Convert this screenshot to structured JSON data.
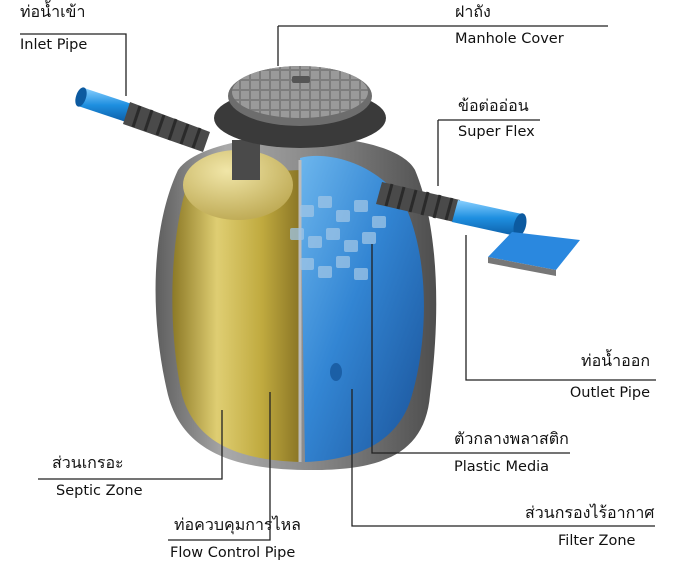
{
  "labels": {
    "inlet_pipe": {
      "th": "ท่อน้ำเข้า",
      "en": "Inlet Pipe"
    },
    "manhole_cover": {
      "th": "ฝาถัง",
      "en": "Manhole Cover"
    },
    "super_flex": {
      "th": "ข้อต่ออ่อน",
      "en": "Super Flex"
    },
    "outlet_pipe": {
      "th": "ท่อน้ำออก",
      "en": "Outlet Pipe"
    },
    "plastic_media": {
      "th": "ตัวกลางพลาสติก",
      "en": "Plastic Media"
    },
    "septic_zone": {
      "th": "ส่วนเกรอะ",
      "en": "Septic Zone"
    },
    "flow_control_pipe": {
      "th": "ท่อควบคุมการไหล",
      "en": "Flow Control Pipe"
    },
    "filter_zone": {
      "th": "ส่วนกรองไร้อากาศ",
      "en": "Filter Zone"
    }
  },
  "colors": {
    "tank_shell": "#8c8c8c",
    "septic_fill": "#c9b44a",
    "filter_fill": "#2f86d8",
    "pipe_blue": "#1e8fe0",
    "flex_dark": "#4a4a4a",
    "leader_line": "#222222"
  }
}
